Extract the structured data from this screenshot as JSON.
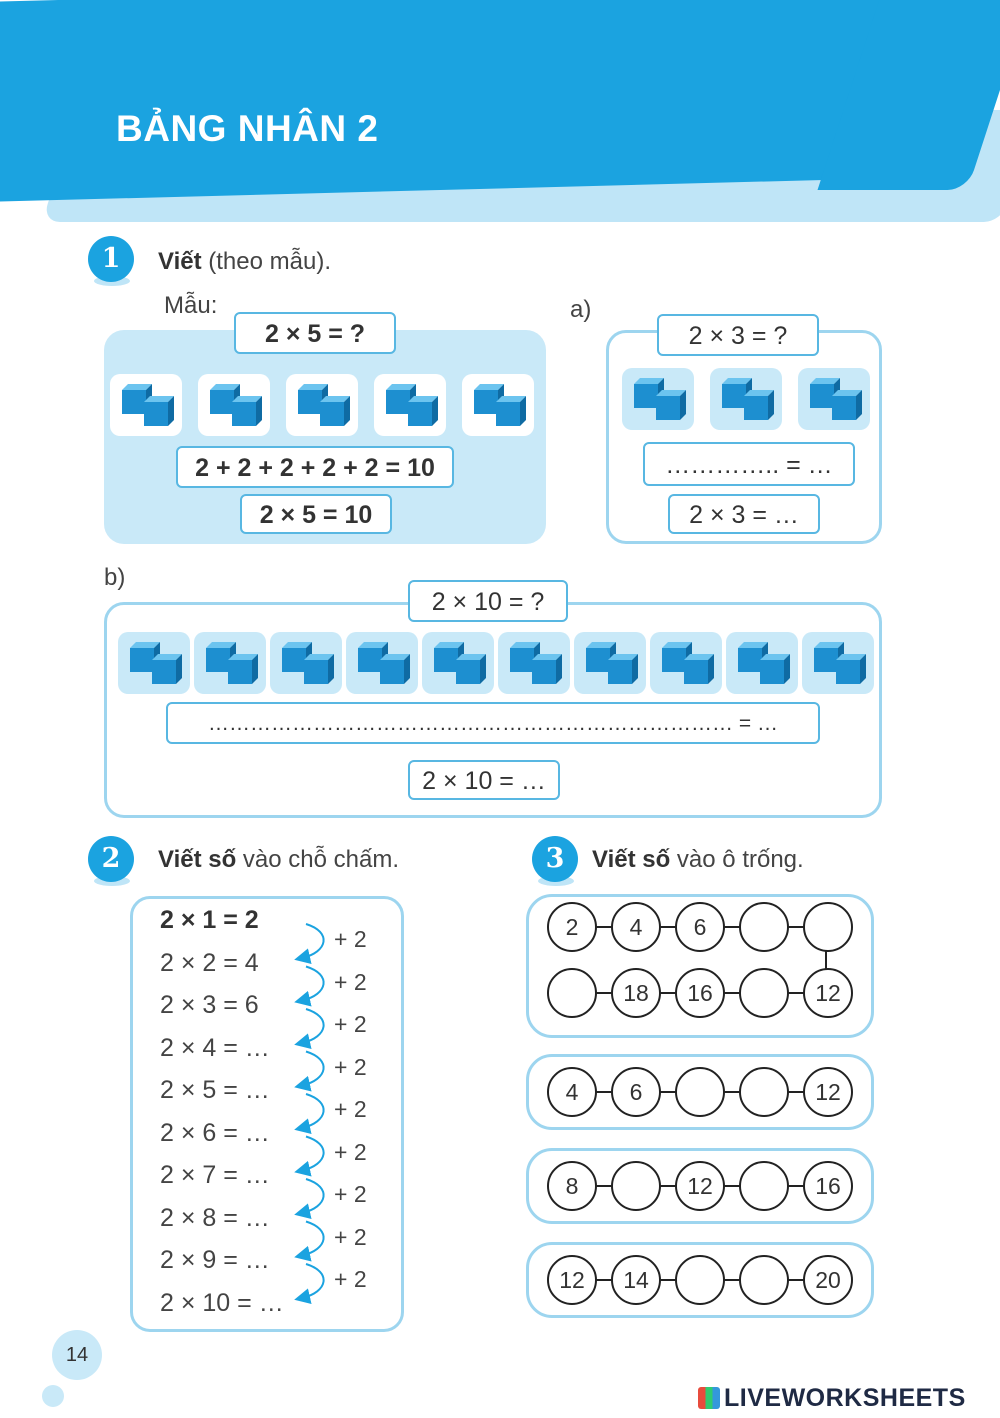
{
  "header": {
    "title": "BẢNG NHÂN 2"
  },
  "ex1": {
    "number": "1",
    "instruction_bold": "Viết",
    "instruction_rest": " (theo mẫu).",
    "sample_label": "Mẫu:",
    "sample_question": "2 × 5 = ?",
    "sample_sum": "2 + 2 + 2 + 2 + 2 = 10",
    "sample_product": "2 × 5 = 10",
    "part_a_label": "a)",
    "part_a_question": "2 × 3 = ?",
    "part_a_sum": "………….. = …",
    "part_a_product": "2 × 3 = …",
    "part_b_label": "b)",
    "part_b_question": "2 × 10 = ?",
    "part_b_sum": "…………………………………………………………………  = …",
    "part_b_product": "2 × 10 = …"
  },
  "ex2": {
    "number": "2",
    "instruction_bold": "Viết số",
    "instruction_rest": " vào chỗ chấm.",
    "rows": [
      "2 × 1 = 2",
      "2 × 2 = 4",
      "2 × 3 = 6",
      "2 × 4 = …",
      "2 × 5 = …",
      "2 × 6 = …",
      "2 × 7 = …",
      "2 × 8 = …",
      "2 × 9 = …",
      "2 × 10 = …"
    ],
    "step": "+ 2"
  },
  "ex3": {
    "number": "3",
    "instruction_bold": "Viết số",
    "instruction_rest": " vào ô trống.",
    "chain1_top": [
      "2",
      "4",
      "6",
      "",
      ""
    ],
    "chain1_bottom": [
      "",
      "18",
      "16",
      "",
      "12"
    ],
    "chain2": [
      "4",
      "6",
      "",
      "",
      "12"
    ],
    "chain3": [
      "8",
      "",
      "12",
      "",
      "16"
    ],
    "chain4": [
      "12",
      "14",
      "",
      "",
      "20"
    ]
  },
  "footer": {
    "page_number": "14",
    "brand": "LIVEWORKSHEETS"
  },
  "colors": {
    "primary_blue": "#1ba3e0",
    "light_blue": "#c9e9f8",
    "border_blue": "#9dd5ef",
    "cube_blue": "#1d8fd0"
  }
}
